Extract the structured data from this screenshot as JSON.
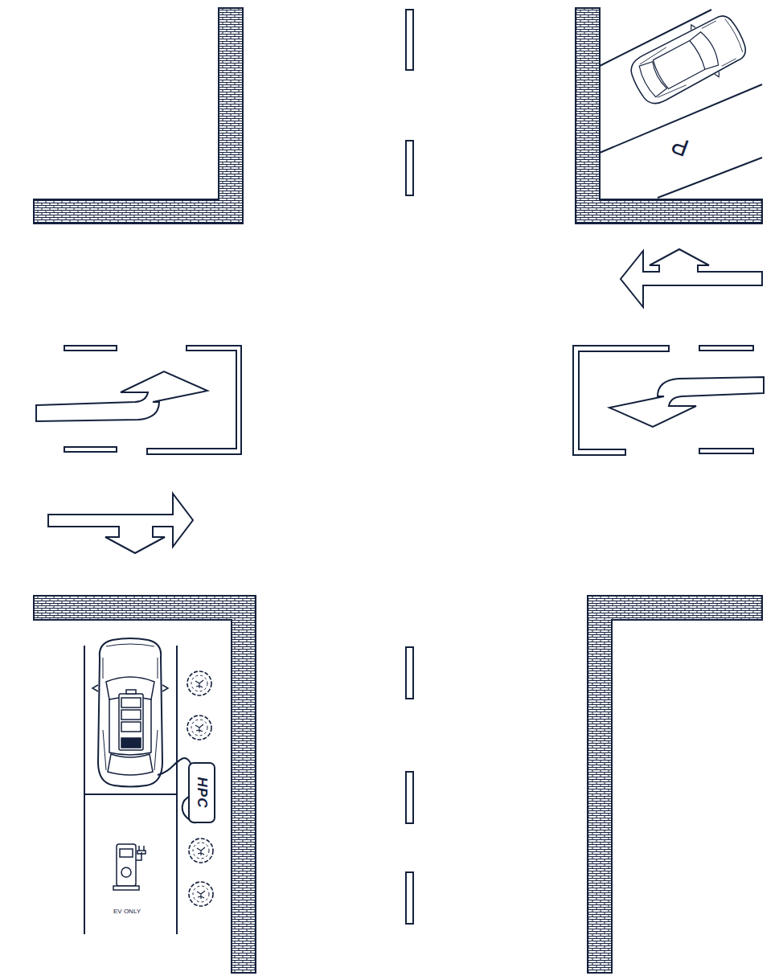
{
  "diagram": {
    "nodes": [
      {
        "text": [
          "HPC"
        ]
      }
    ],
    "labels": [
      "P",
      "EV ONLY"
    ]
  }
}
